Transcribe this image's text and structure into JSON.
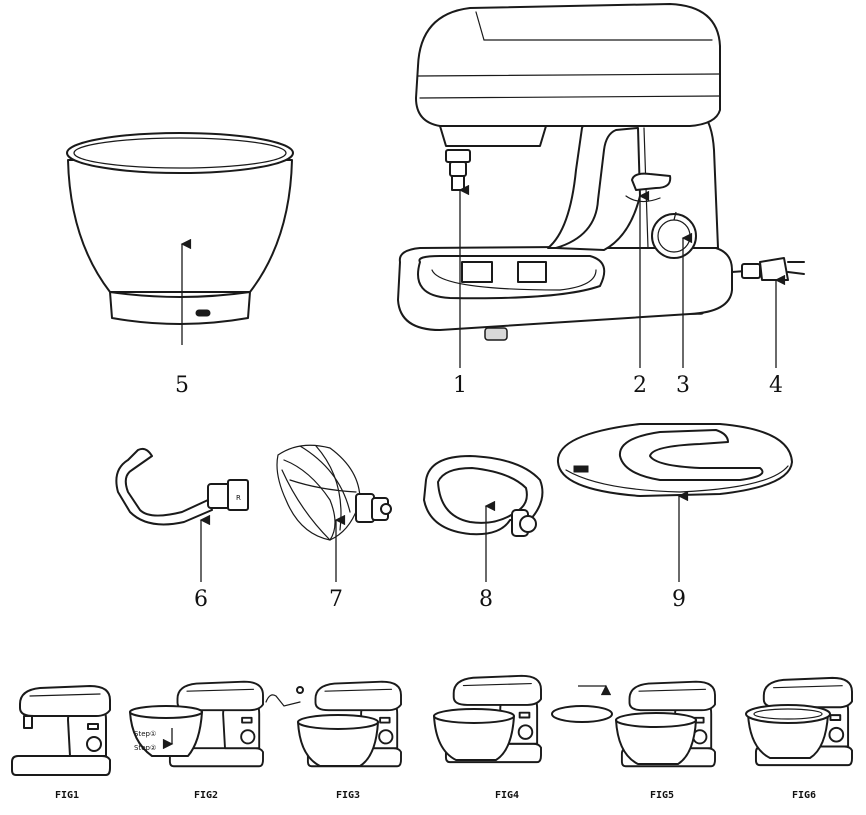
{
  "callouts": [
    "1",
    "2",
    "3",
    "4",
    "5",
    "6",
    "7",
    "8",
    "9"
  ],
  "figures": [
    "FIG1",
    "FIG2",
    "FIG3",
    "FIG4",
    "FIG5",
    "FIG6"
  ],
  "fig2_steps": [
    "Step①",
    "Step②"
  ]
}
